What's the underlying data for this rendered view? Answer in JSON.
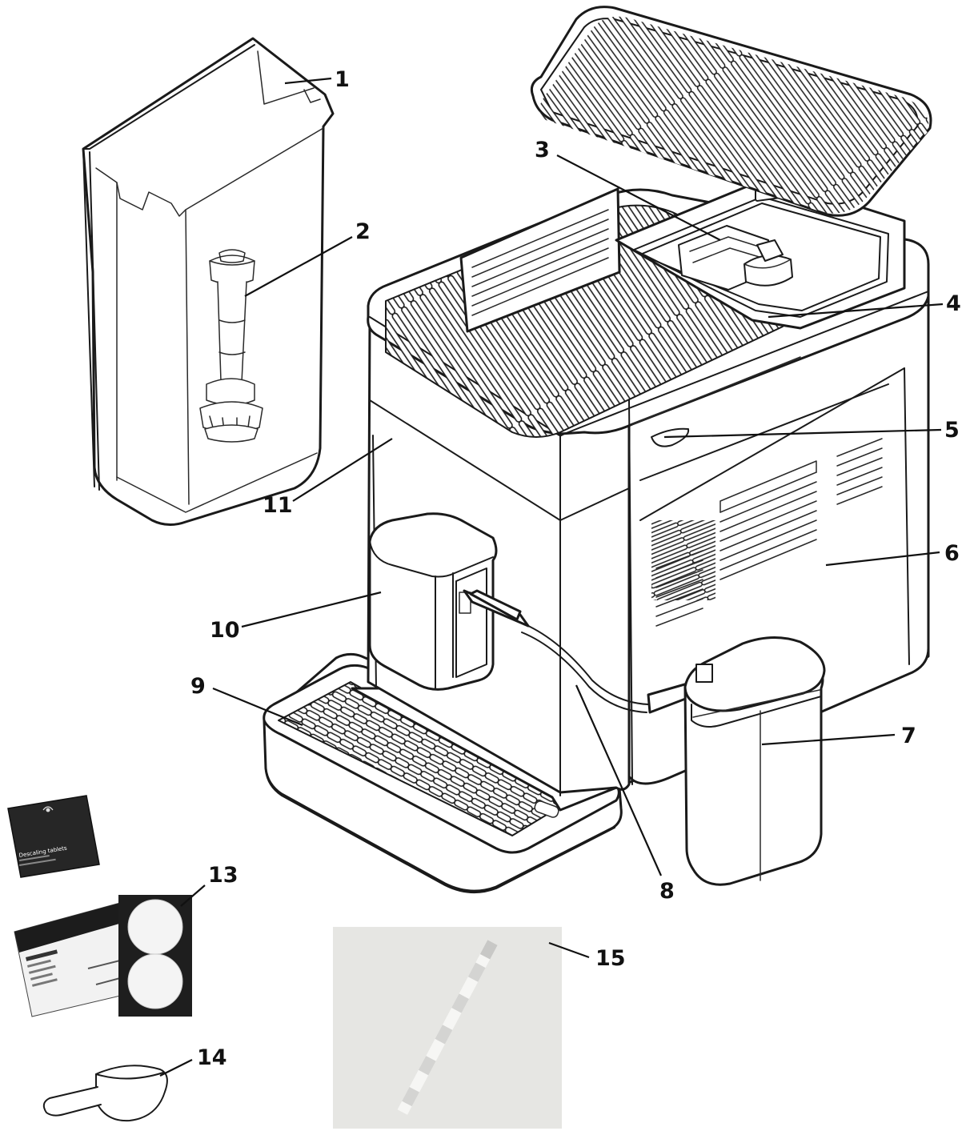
{
  "callouts": [
    "1",
    "2",
    "3",
    "4",
    "5",
    "6",
    "7",
    "8",
    "9",
    "10",
    "11",
    "13",
    "14",
    "15"
  ],
  "accessories": {
    "box_label": "Descaling tablets"
  },
  "colors": {
    "line": "#1a1a1a",
    "background": "#ffffff",
    "photo_bg": "#e6e6e3",
    "tablet_bg": "#1e1e1e"
  }
}
